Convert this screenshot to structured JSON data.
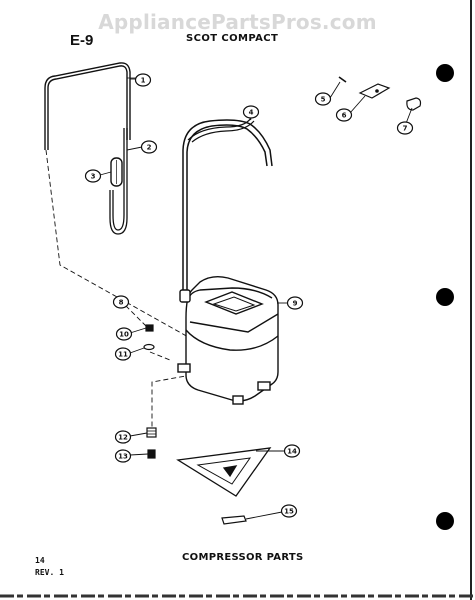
{
  "watermark": "AppliancePartsPros.com",
  "header": {
    "section_code": "E-9",
    "title": "SCOT COMPACT"
  },
  "footer": {
    "title": "COMPRESSOR PARTS",
    "page_number": "14",
    "revision": "REV. 1"
  },
  "callouts": [
    "1",
    "2",
    "3",
    "4",
    "5",
    "6",
    "7",
    "8",
    "9",
    "10",
    "11",
    "12",
    "13",
    "14",
    "15"
  ]
}
